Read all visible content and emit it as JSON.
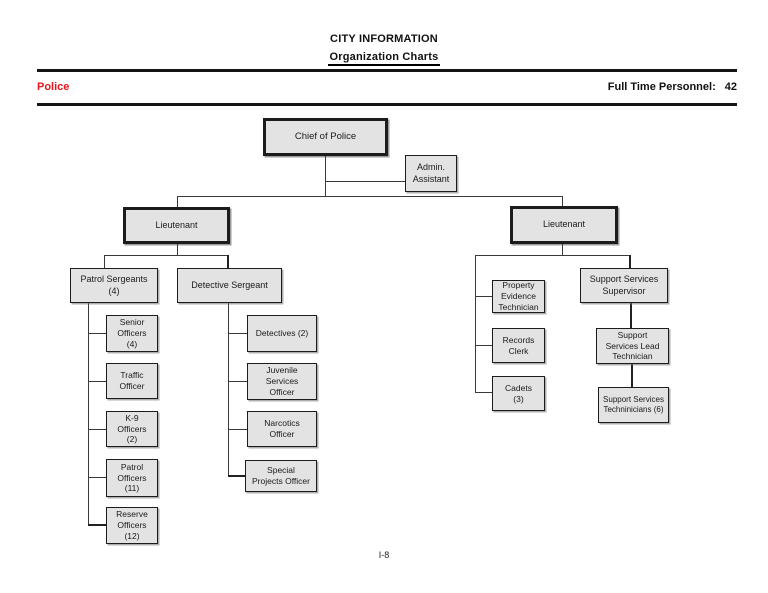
{
  "header": {
    "title_line1": "CITY INFORMATION",
    "title_line2": "Organization Charts",
    "department": "Police",
    "personnel_label": "Full Time Personnel:",
    "personnel_value": "42"
  },
  "footer": {
    "page_number": "I-8"
  },
  "colors": {
    "department_text": "#e8151c",
    "box_fill": "#e3e3e3",
    "box_border": "#1c1c1c",
    "connector": "#3a3a3a"
  },
  "chart": {
    "type": "org-chart",
    "nodes": {
      "chief": {
        "label": "Chief of Police"
      },
      "admin": {
        "label": "Admin.\nAssistant"
      },
      "lt_left": {
        "label": "Lieutenant"
      },
      "lt_right": {
        "label": "Lieutenant"
      },
      "patrol_sgts": {
        "label": "Patrol Sergeants\n(4)"
      },
      "det_sgt": {
        "label": "Detective Sergeant"
      },
      "senior": {
        "label": "Senior\nOfficers\n(4)"
      },
      "traffic": {
        "label": "Traffic\nOfficer"
      },
      "k9": {
        "label": "K-9\nOfficers\n(2)"
      },
      "patrol_off": {
        "label": "Patrol\nOfficers\n(11)"
      },
      "reserve": {
        "label": "Reserve\nOfficers\n(12)"
      },
      "detectives": {
        "label": "Detectives  (2)"
      },
      "juvenile": {
        "label": "Juvenile\nServices\nOfficer"
      },
      "narcotics": {
        "label": "Narcotics\nOfficer"
      },
      "special": {
        "label": "Special\nProjects Officer"
      },
      "property": {
        "label": "Property\nEvidence\nTechnician"
      },
      "records": {
        "label": "Records\nClerk"
      },
      "cadets": {
        "label": "Cadets\n(3)"
      },
      "supervisor": {
        "label": "Support Services\nSupervisor"
      },
      "lead": {
        "label": "Support\nServices Lead\nTechnician"
      },
      "techs": {
        "label": "Support Services\nTechninicians (6)"
      }
    },
    "edges": [
      {
        "from": "chief",
        "to": "admin"
      },
      {
        "from": "chief",
        "to": "lt_left"
      },
      {
        "from": "chief",
        "to": "lt_right"
      },
      {
        "from": "lt_left",
        "to": "patrol_sgts"
      },
      {
        "from": "lt_left",
        "to": "det_sgt"
      },
      {
        "from": "patrol_sgts",
        "to": "senior"
      },
      {
        "from": "patrol_sgts",
        "to": "traffic"
      },
      {
        "from": "patrol_sgts",
        "to": "k9"
      },
      {
        "from": "patrol_sgts",
        "to": "patrol_off"
      },
      {
        "from": "patrol_sgts",
        "to": "reserve"
      },
      {
        "from": "det_sgt",
        "to": "detectives"
      },
      {
        "from": "det_sgt",
        "to": "juvenile"
      },
      {
        "from": "det_sgt",
        "to": "narcotics"
      },
      {
        "from": "det_sgt",
        "to": "special"
      },
      {
        "from": "lt_right",
        "to": "property"
      },
      {
        "from": "lt_right",
        "to": "records"
      },
      {
        "from": "lt_right",
        "to": "cadets"
      },
      {
        "from": "lt_right",
        "to": "supervisor"
      },
      {
        "from": "supervisor",
        "to": "lead"
      },
      {
        "from": "lead",
        "to": "techs"
      }
    ]
  }
}
